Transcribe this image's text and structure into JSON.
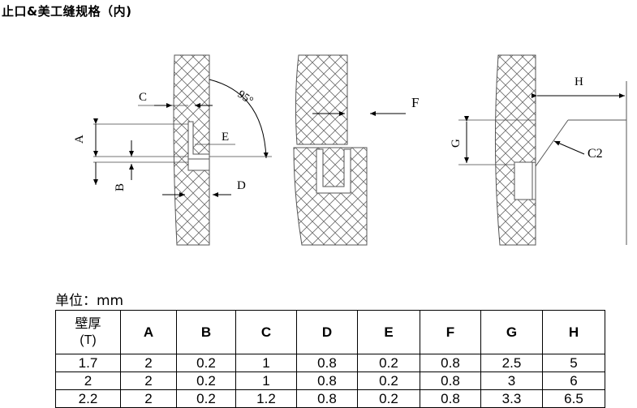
{
  "title": "止口&美工缝规格（内)",
  "figure_labels": {
    "a": "A",
    "b": "B",
    "c": "C",
    "d": "D",
    "e": "E",
    "f": "F",
    "g": "G",
    "h": "H",
    "c2": "C2",
    "angle": "95°"
  },
  "unit_label": "单位：mm",
  "table": {
    "header_top": "壁厚",
    "header_bottom": "(T)",
    "columns": [
      "A",
      "B",
      "C",
      "D",
      "E",
      "F",
      "G",
      "H"
    ],
    "rows": [
      {
        "t": "1.7",
        "values": [
          "2",
          "0.2",
          "1",
          "0.8",
          "0.2",
          "0.8",
          "2.5",
          "5"
        ]
      },
      {
        "t": "2",
        "values": [
          "2",
          "0.2",
          "1",
          "0.8",
          "0.2",
          "0.8",
          "3",
          "6"
        ]
      },
      {
        "t": "2.2",
        "values": [
          "2",
          "0.2",
          "1.2",
          "0.8",
          "0.2",
          "0.8",
          "3.3",
          "6.5"
        ]
      }
    ]
  }
}
